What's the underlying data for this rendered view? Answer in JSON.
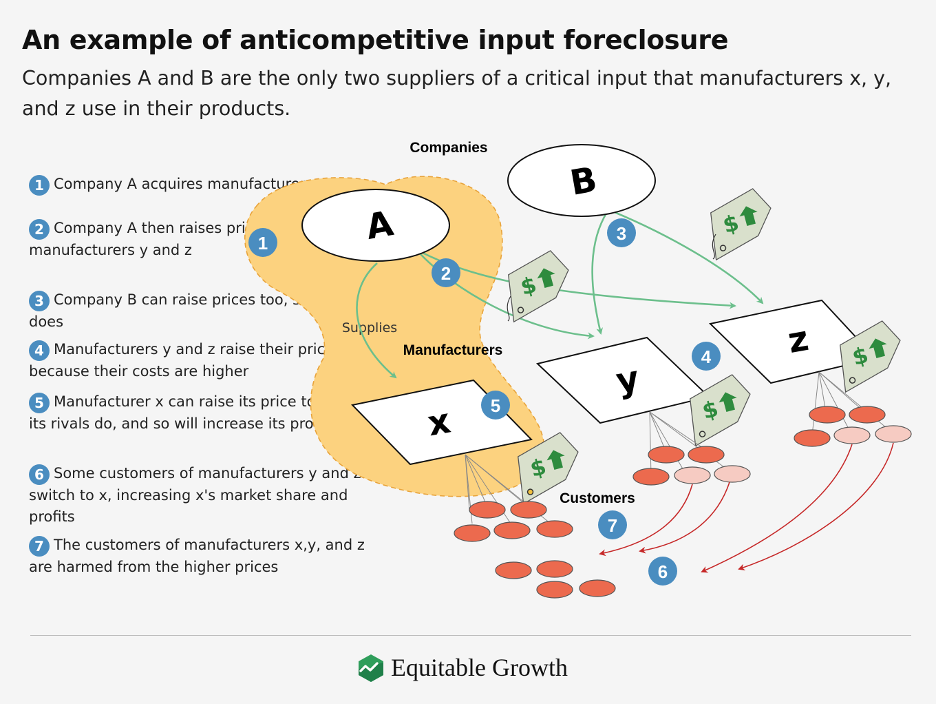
{
  "header": {
    "title": "An example of anticompetitive input foreclosure",
    "subtitle": "Companies A and B are the only two suppliers of a critical input that manufacturers x, y, and z use in their products."
  },
  "steps": [
    {
      "num": "1",
      "text": "Company A acquires manufacturer x"
    },
    {
      "num": "2",
      "text": "Company A then raises prices to  manufacturers y and z"
    },
    {
      "num": "3",
      "text": "Company B can raise prices too, since A does"
    },
    {
      "num": "4",
      "text": "Manufacturers y and z raise their prices because their costs are higher"
    },
    {
      "num": "5",
      "text": "Manufacturer x can raise its price too since its rivals do, and so will increase its profits."
    },
    {
      "num": "6",
      "text": "Some customers of manufacturers y and z switch to x, increasing x's market share and profits"
    },
    {
      "num": "7",
      "text": "The customers of manufacturers x,y, and z are harmed from the higher prices"
    }
  ],
  "diagram": {
    "companies_label": "Companies",
    "manufacturers_label": "Manufacturers",
    "customers_label": "Customers",
    "supplies_label": "Supplies",
    "company_a": "A",
    "company_b": "B",
    "manufacturer_x": "x",
    "manufacturer_y": "y",
    "manufacturer_z": "z",
    "price_tag_symbol": "$",
    "markers": {
      "m1": "1",
      "m2": "2",
      "m3": "3",
      "m4": "4",
      "m5": "5",
      "m6": "6",
      "m7": "7"
    }
  },
  "footer": {
    "brand": "Equitable Growth"
  },
  "colors": {
    "blob_fill": "#fcd27f",
    "blob_stroke": "#f0a020",
    "arrow_green": "#6cbf8c",
    "arrow_red": "#c62828",
    "customer": "#ec6a4e",
    "customer_switched": "#f6cbc2",
    "marker_blue": "#4a8dc0",
    "tag_green": "#2e8b3e",
    "tag_fill": "#d9e0cc"
  },
  "icons": [
    "price-tag-icon",
    "equitable-growth-logo-icon",
    "arrow-up-icon"
  ]
}
